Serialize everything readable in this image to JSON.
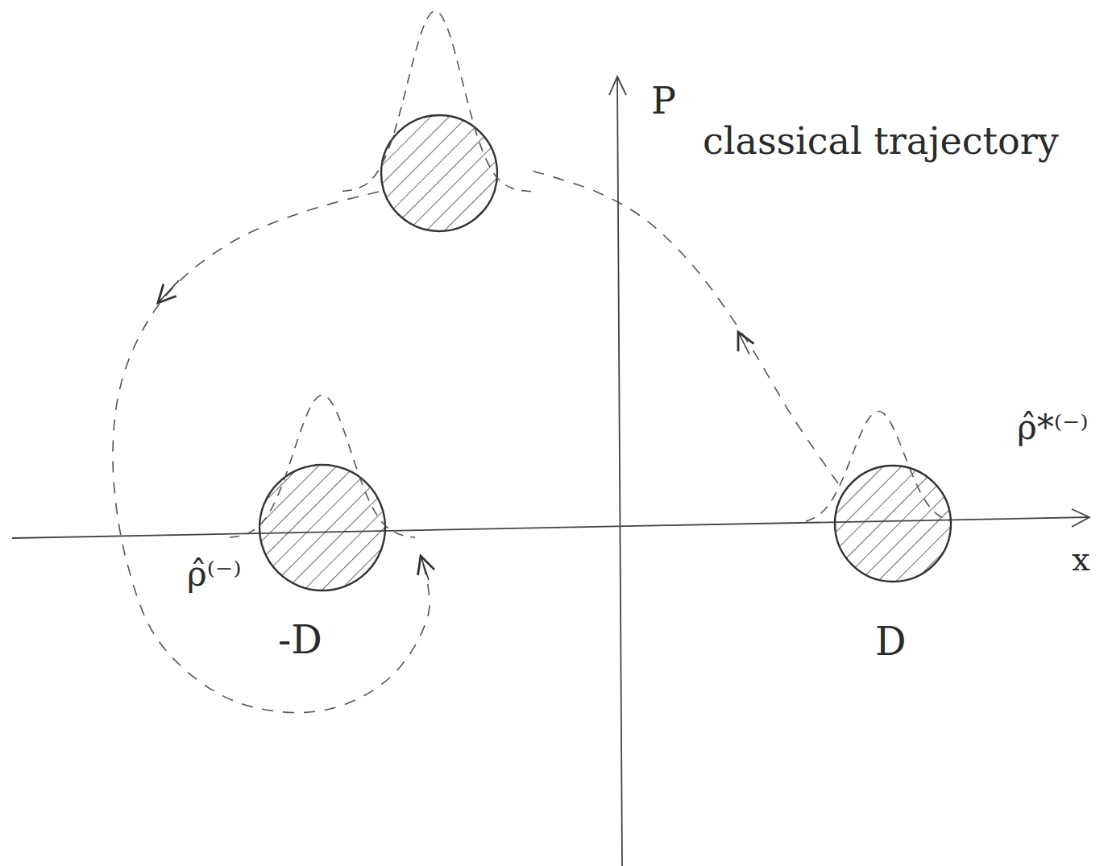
{
  "diagram": {
    "labels": [
      "P",
      "x",
      "classical trajectory",
      "ρ̂⁽⁻⁾",
      "ρ̂*⁽⁻⁾",
      "-D",
      "D"
    ]
  }
}
